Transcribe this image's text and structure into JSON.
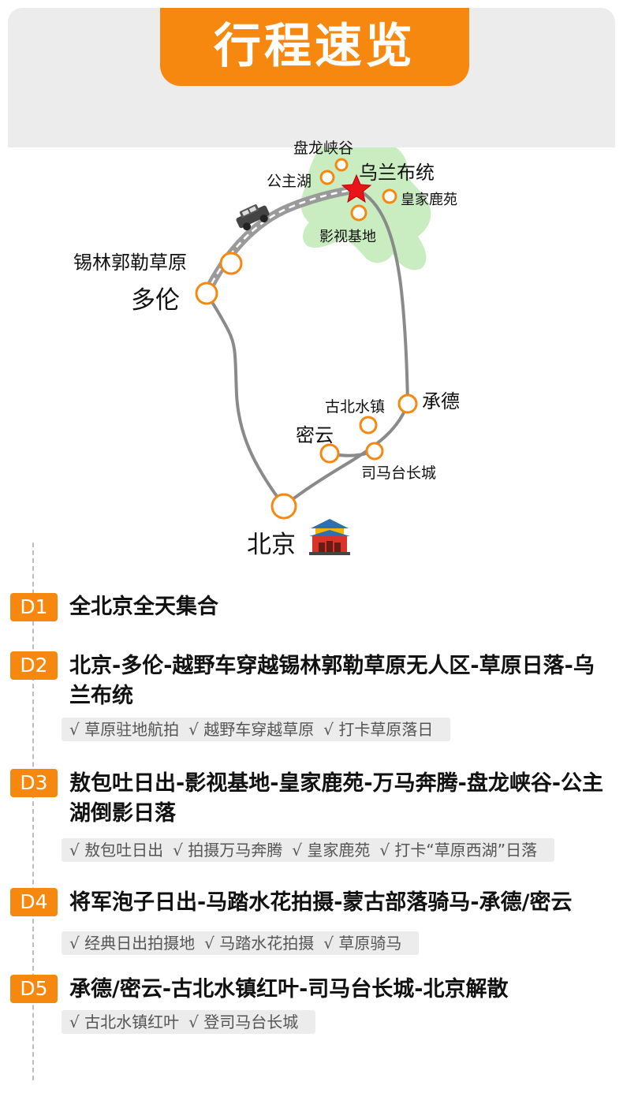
{
  "header": {
    "title": "行程速览"
  },
  "map": {
    "places": {
      "panlong": "盘龙峡谷",
      "wulanbutong": "乌兰布统",
      "gongzhuhu": "公主湖",
      "huangjialuyuan": "皇家鹿苑",
      "yingshi": "影视基地",
      "xilin": "锡林郭勒草原",
      "duolun": "多伦",
      "chengde": "承德",
      "gubei": "古北水镇",
      "miyun": "密云",
      "simatai": "司马台长城",
      "beijing": "北京"
    },
    "icons": [
      "offroad-car-icon",
      "star-icon",
      "palace-gate-icon"
    ],
    "colors": {
      "route": "#8a8a8a",
      "marker": "#f7880f",
      "star": "#e8141a",
      "region": "#c9edc0"
    }
  },
  "days": [
    {
      "badge": "D1",
      "title": "全北京全天集合",
      "tags": []
    },
    {
      "badge": "D2",
      "title": "北京-多伦-越野车穿越锡林郭勒草原无人区-草原日落-乌兰布统",
      "tags": [
        "√ 草原驻地航拍",
        "√ 越野车穿越草原",
        "√ 打卡草原落日"
      ]
    },
    {
      "badge": "D3",
      "title": "敖包吐日出-影视基地-皇家鹿苑-万马奔腾-盘龙峡谷-公主湖倒影日落",
      "tags": [
        "√ 敖包吐日出",
        "√ 拍摄万马奔腾",
        "√ 皇家鹿苑",
        "√ 打卡“草原西湖”日落"
      ]
    },
    {
      "badge": "D4",
      "title": "将军泡子日出-马踏水花拍摄-蒙古部落骑马-承德/密云",
      "tags": [
        "√ 经典日出拍摄地",
        "√ 马踏水花拍摄",
        "√ 草原骑马"
      ]
    },
    {
      "badge": "D5",
      "title": "承德/密云-古北水镇红叶-司马台长城-北京解散",
      "tags": [
        "√ 古北水镇红叶",
        "√ 登司马台长城"
      ]
    }
  ]
}
